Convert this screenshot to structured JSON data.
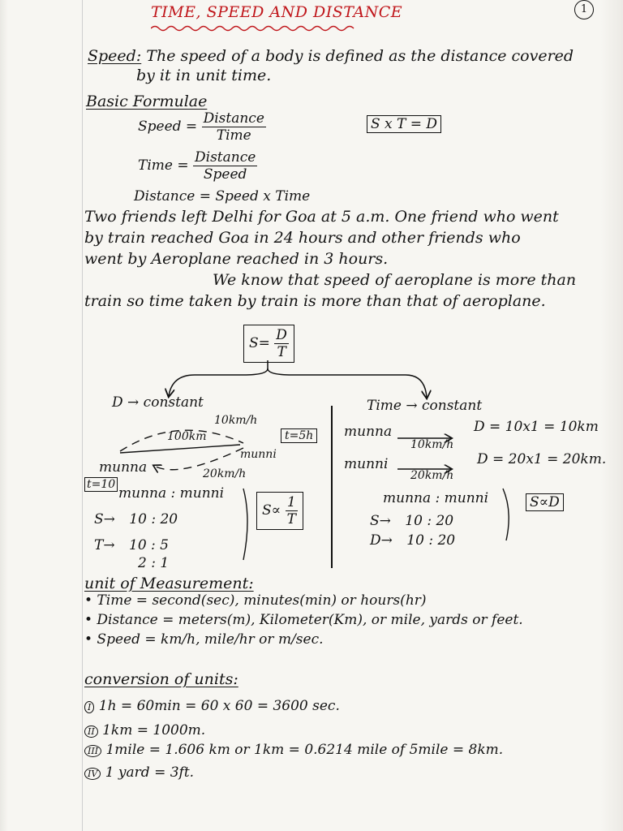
{
  "title": "TIME, SPEED AND DISTANCE",
  "page_number": "1",
  "definition": {
    "term": "Speed:",
    "line1": "The speed of a body is defined as the distance covered",
    "line2": "by it in unit time."
  },
  "basic_formulae": {
    "heading": "Basic Formulae",
    "speed_lhs": "Speed =",
    "speed_num": "Distance",
    "speed_den": "Time",
    "time_lhs": "Time =",
    "time_num": "Distance",
    "time_den": "Speed",
    "distance": "Distance = Speed x Time",
    "boxed": "S x T = D"
  },
  "example": {
    "line1": "Two friends left Delhi for Goa at 5 a.m. One friend who went",
    "line2": "by train reached Goa in 24 hours and other friends who",
    "line3": "went by Aeroplane reached in 3 hours.",
    "line4": "We know that speed of aeroplane is more than",
    "line5": "train so time taken by train is more than that of aeroplane."
  },
  "tree": {
    "root_lhs": "S=",
    "root_num": "D",
    "root_den": "T",
    "left": {
      "label": "D → constant",
      "speed_top": "10km/h",
      "distance": "100km",
      "speed_bottom": "20km/h",
      "name_munna": "munna",
      "name_munni": "munni",
      "t_munni": "t=5h",
      "t_munna": "t=10",
      "ratio_header": "munna : munni",
      "row_s_label": "S→",
      "row_s_values": "10 : 20",
      "row_t_label": "T→",
      "row_t_values": "10 : 5",
      "row_simplified": "2 : 1",
      "relation_lhs": "S∝",
      "relation_num": "1",
      "relation_den": "T"
    },
    "right": {
      "label": "Time → constant",
      "munna": "munna",
      "munna_speed": "10km/h",
      "munna_calc": "D = 10x1 = 10km",
      "munni": "munni",
      "munni_speed": "20km/h",
      "munni_calc": "D = 20x1 = 20km.",
      "ratio_header": "munna : munni",
      "row_s_label": "S→",
      "row_s_values": "10 : 20",
      "row_d_label": "D→",
      "row_d_values": "10 : 20",
      "relation": "S∝D"
    }
  },
  "units": {
    "heading": "unit of Measurement:",
    "time": "• Time = second(sec), minutes(min) or hours(hr)",
    "distance": "• Distance = meters(m), Kilometer(Km), or mile, yards or feet.",
    "speed": "• Speed = km/h, mile/hr or m/sec."
  },
  "conversion": {
    "heading": "conversion of units:",
    "items": [
      {
        "marker": "I",
        "text": "1h = 60min = 60 x 60 = 3600 sec."
      },
      {
        "marker": "II",
        "text": "1km = 1000m."
      },
      {
        "marker": "III",
        "text": "1mile = 1.606 km or 1km = 0.6214 mile of 5mile = 8km."
      },
      {
        "marker": "IV",
        "text": "1 yard = 3ft."
      }
    ]
  }
}
